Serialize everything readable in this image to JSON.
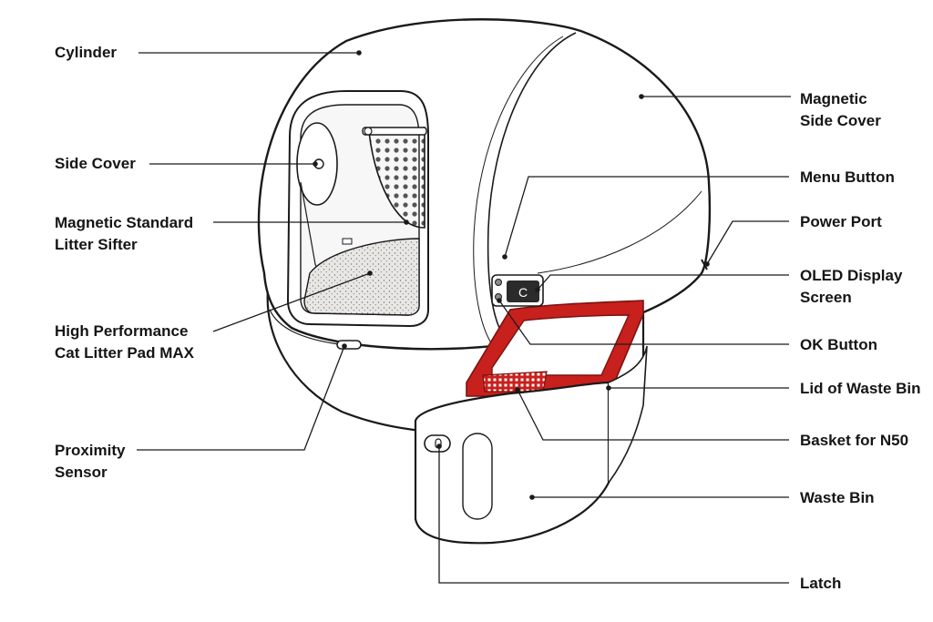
{
  "colors": {
    "outline": "#1a1a1a",
    "body_fill": "#ffffff",
    "accent_red": "#c8201d",
    "screen": "#2b2b2b"
  },
  "labels": {
    "cylinder": "Cylinder",
    "side_cover": "Side Cover",
    "sifter_line1": "Magnetic Standard",
    "sifter_line2": "Litter Sifter",
    "litter_pad_line1": "High Performance",
    "litter_pad_line2": "Cat Litter Pad MAX",
    "proximity_line1": "Proximity",
    "proximity_line2": "Sensor",
    "magnetic_side_cover_line1": "Magnetic",
    "magnetic_side_cover_line2": "Side Cover",
    "menu_button": "Menu Button",
    "power_port": "Power Port",
    "oled_line1": "OLED Display",
    "oled_line2": "Screen",
    "ok_button": "OK Button",
    "waste_bin_lid": "Lid of Waste Bin",
    "basket": "Basket for N50",
    "waste_bin": "Waste Bin",
    "latch": "Latch"
  },
  "screen_glyph": "C"
}
